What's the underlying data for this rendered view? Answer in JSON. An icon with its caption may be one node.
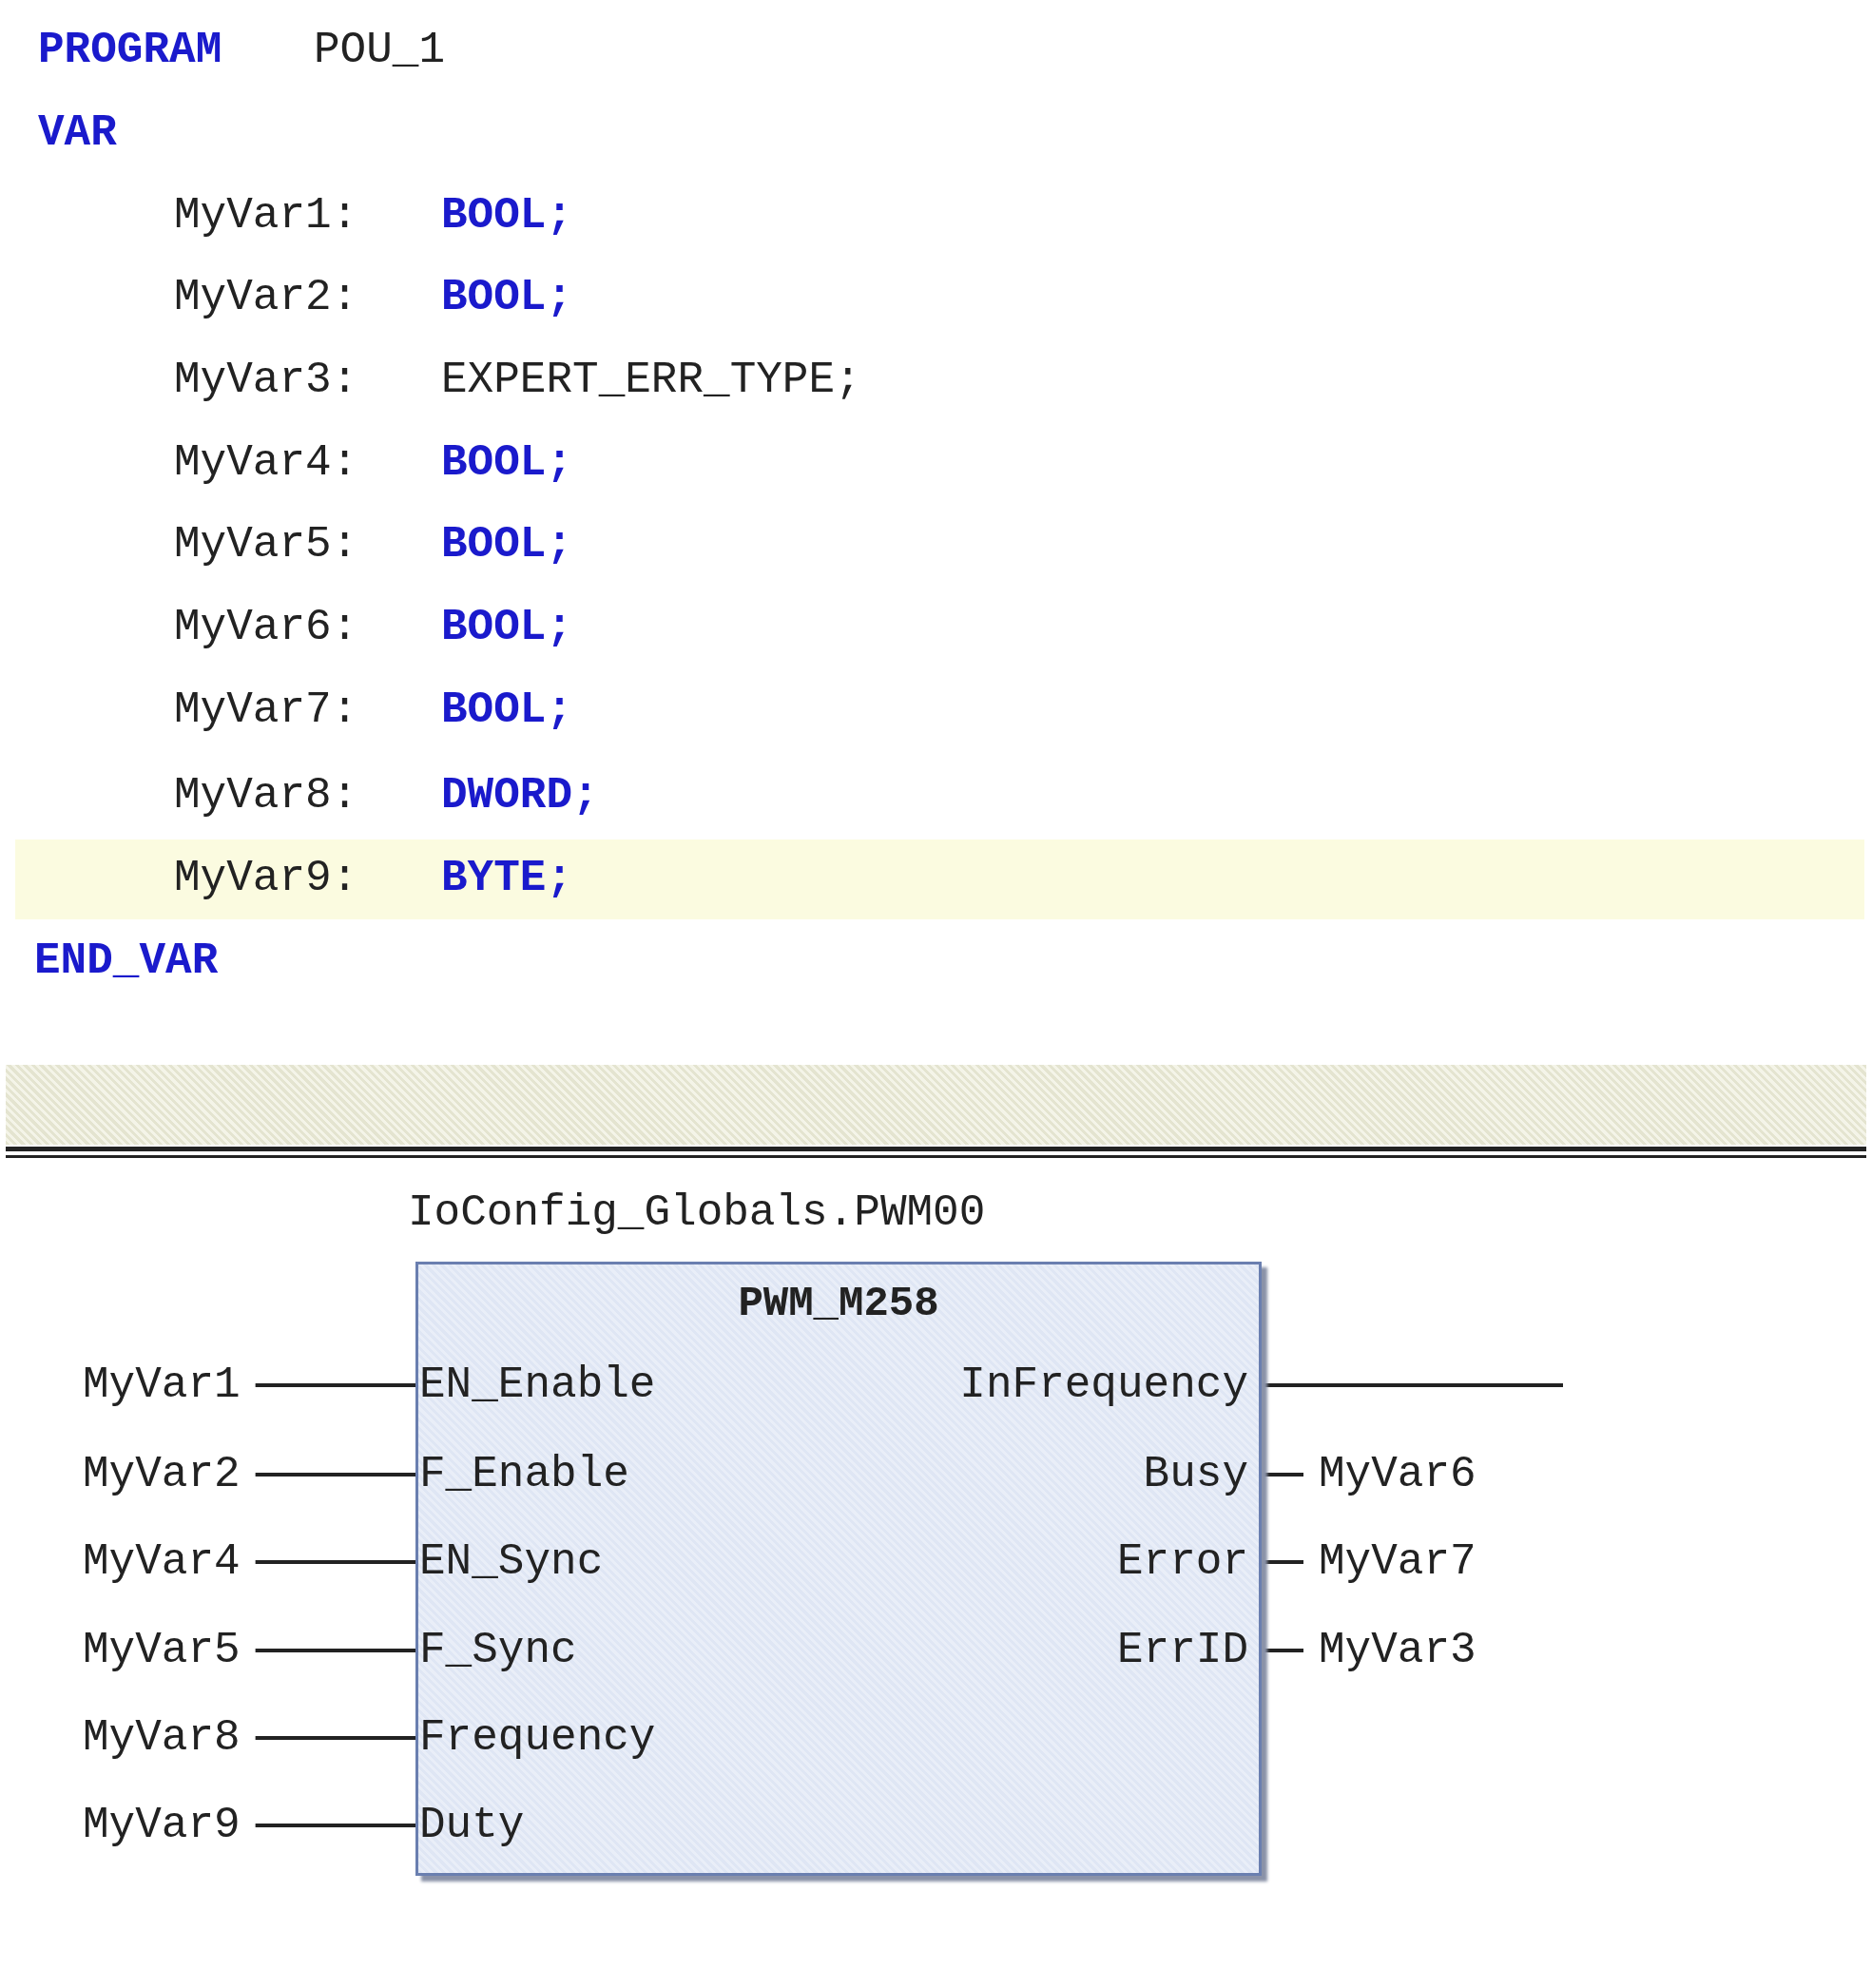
{
  "diagram": {
    "nodes": [
      {
        "text": [
          "IoConfig_Globals.PWM00",
          "PWM_M258"
        ]
      },
      {
        "text": [
          "MyVar1"
        ]
      },
      {
        "text": [
          "EN_Enable"
        ],
        "in": 0
      },
      {
        "text": [
          "InFrequency"
        ],
        "in": 0
      },
      {
        "text": [
          "MyVar2"
        ]
      },
      {
        "text": [
          "F_Enable"
        ],
        "in": 0
      },
      {
        "text": [
          "Busy"
        ],
        "in": 0
      },
      {
        "text": [
          "MyVar6"
        ]
      },
      {
        "text": [
          "MyVar4"
        ]
      },
      {
        "text": [
          "EN_Sync"
        ],
        "in": 0
      },
      {
        "text": [
          "Error"
        ],
        "in": 0
      },
      {
        "text": [
          "MyVar7"
        ]
      },
      {
        "text": [
          "MyVar5"
        ]
      },
      {
        "text": [
          "F_Sync"
        ],
        "in": 0
      },
      {
        "text": [
          "ErrID"
        ],
        "in": 0
      },
      {
        "text": [
          "MyVar3"
        ]
      },
      {
        "text": [
          "MyVar8"
        ]
      },
      {
        "text": [
          "Frequency"
        ],
        "in": 0
      },
      {
        "text": [
          "MyVar9"
        ]
      },
      {
        "text": [
          "Duty"
        ],
        "in": 0
      }
    ],
    "edges": [
      {
        "from": 1,
        "to": 2,
        "arrow": "none"
      },
      {
        "from": 3,
        "to": null,
        "arrow": "none"
      },
      {
        "from": 4,
        "to": 5,
        "arrow": "none"
      },
      {
        "from": 6,
        "to": 7,
        "arrow": "none"
      },
      {
        "from": 8,
        "to": 9,
        "arrow": "none"
      },
      {
        "from": 10,
        "to": 11,
        "arrow": "none"
      },
      {
        "from": 12,
        "to": 13,
        "arrow": "none"
      },
      {
        "from": 14,
        "to": 15,
        "arrow": "none"
      },
      {
        "from": 16,
        "to": 17,
        "arrow": "none"
      },
      {
        "from": 18,
        "to": 19,
        "arrow": "none"
      }
    ],
    "labels": [
      "PROGRAM",
      "POU_1",
      "VAR",
      "MyVar1:",
      "BOOL;",
      "MyVar2:",
      "BOOL;",
      "MyVar3:",
      "EXPERT_ERR_TYPE;",
      "MyVar4:",
      "BOOL;",
      "MyVar5:",
      "BOOL;",
      "MyVar6:",
      "BOOL;",
      "MyVar7:",
      "BOOL;",
      "MyVar8:",
      "DWORD;",
      "MyVar9:",
      "BYTE;",
      "END_VAR"
    ]
  }
}
